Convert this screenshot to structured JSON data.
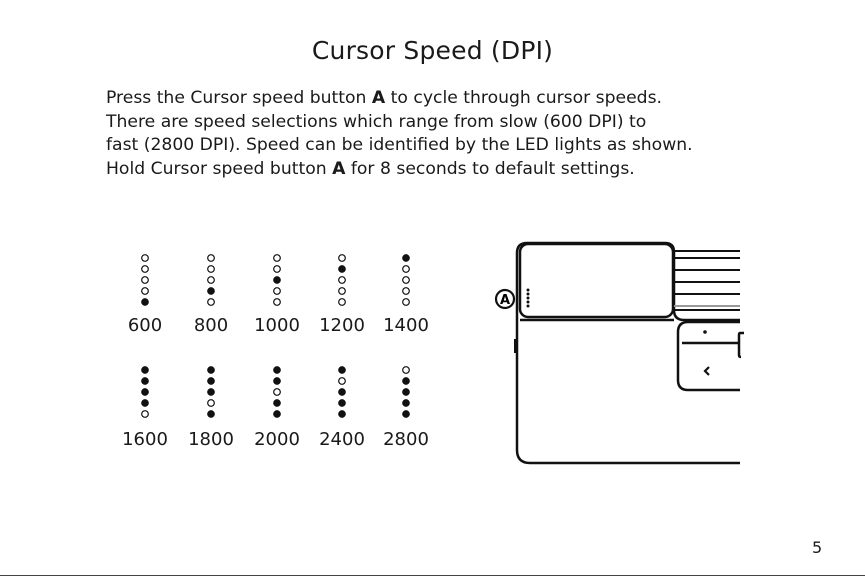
{
  "title": "Cursor Speed (DPI)",
  "paragraph": {
    "line1_a": "Press the Cursor speed button ",
    "button_label": "A",
    "line1_b": " to cycle through cursor speeds.",
    "line2": "There are speed selections which range from slow (600 DPI) to",
    "line3": "fast (2800 DPI). Speed can be identified by the LED lights as shown.",
    "line4_a": "Hold Cursor speed button ",
    "line4_b": " for 8 seconds to default settings."
  },
  "led_patterns": [
    {
      "dpi": "600",
      "leds": [
        0,
        0,
        0,
        0,
        1
      ]
    },
    {
      "dpi": "800",
      "leds": [
        0,
        0,
        0,
        1,
        0
      ]
    },
    {
      "dpi": "1000",
      "leds": [
        0,
        0,
        1,
        0,
        0
      ]
    },
    {
      "dpi": "1200",
      "leds": [
        0,
        1,
        0,
        0,
        0
      ]
    },
    {
      "dpi": "1400",
      "leds": [
        1,
        0,
        0,
        0,
        0
      ]
    },
    {
      "dpi": "1600",
      "leds": [
        1,
        1,
        1,
        1,
        0
      ]
    },
    {
      "dpi": "1800",
      "leds": [
        1,
        1,
        1,
        0,
        1
      ]
    },
    {
      "dpi": "2000",
      "leds": [
        1,
        1,
        0,
        1,
        1
      ]
    },
    {
      "dpi": "2400",
      "leds": [
        1,
        0,
        1,
        1,
        1
      ]
    },
    {
      "dpi": "2800",
      "leds": [
        0,
        1,
        1,
        1,
        1
      ]
    }
  ],
  "device": {
    "callout_label": "A"
  },
  "page_number": "5"
}
